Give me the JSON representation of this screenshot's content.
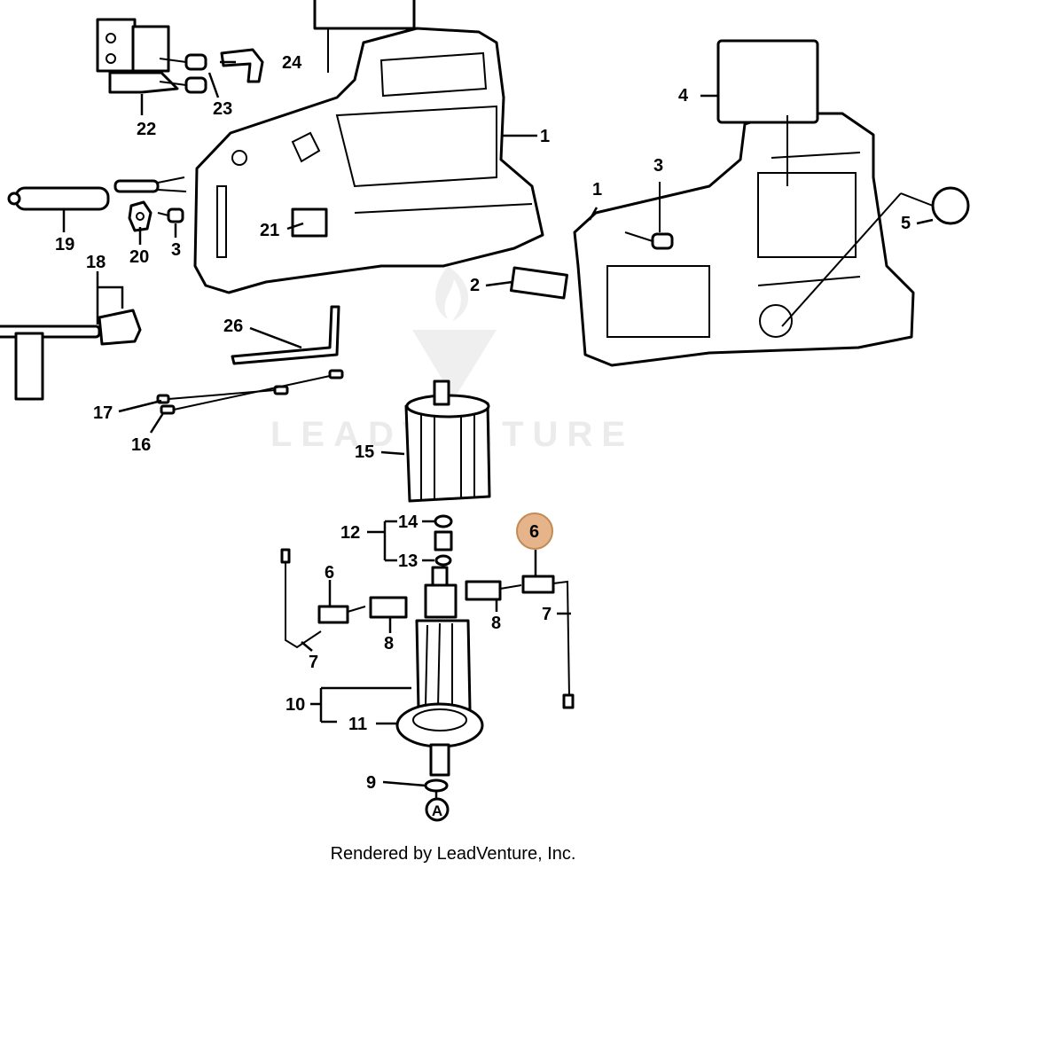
{
  "watermark": {
    "brand": "LEADVENTURE"
  },
  "footer": {
    "credit": "Rendered by LeadVenture, Inc."
  },
  "highlight": {
    "callout": "6",
    "color": "#e6b48a"
  },
  "callouts": {
    "c1a": "1",
    "c1b": "1",
    "c2": "2",
    "c3a": "3",
    "c3b": "3",
    "c4": "4",
    "c5": "5",
    "c6a": "6",
    "c6b": "6",
    "c7a": "7",
    "c7b": "7",
    "c8a": "8",
    "c8b": "8",
    "c9": "9",
    "c10": "10",
    "c11": "11",
    "c12": "12",
    "c13": "13",
    "c14": "14",
    "c15": "15",
    "c16": "16",
    "c17": "17",
    "c18": "18",
    "c19": "19",
    "c20": "20",
    "c21": "21",
    "c22": "22",
    "c23": "23",
    "c24": "24",
    "c26": "26",
    "cA": "A"
  }
}
